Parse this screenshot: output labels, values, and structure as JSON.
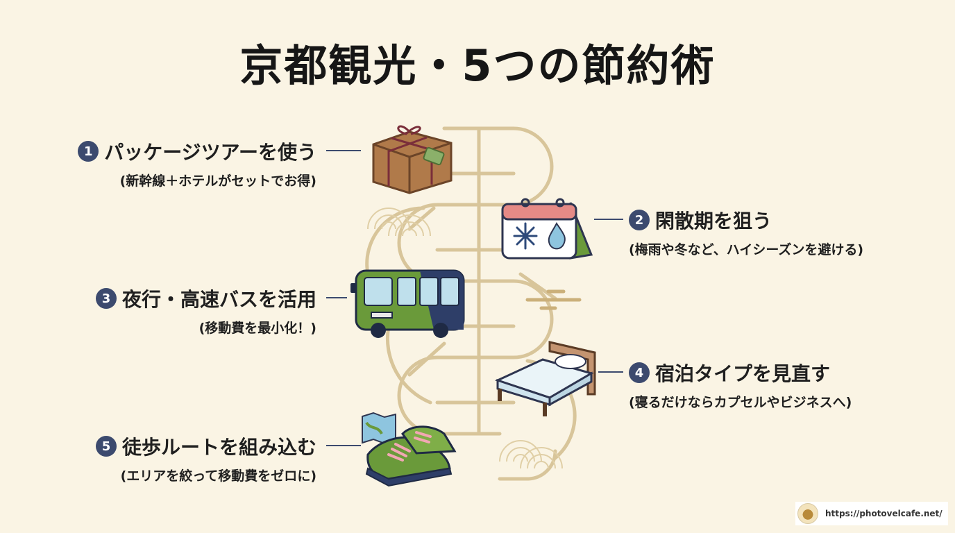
{
  "title": "京都観光・5つの節約術",
  "tips": [
    {
      "number": "1",
      "heading": "パッケージツアーを使う",
      "note": "(新幹線＋ホテルがセットでお得)",
      "icon": "gift-box-icon"
    },
    {
      "number": "2",
      "heading": "閑散期を狙う",
      "note": "(梅雨や冬など、ハイシーズンを避ける)",
      "icon": "calendar-icon"
    },
    {
      "number": "3",
      "heading": "夜行・高速バスを活用",
      "note": "(移動費を最小化！)",
      "icon": "bus-icon"
    },
    {
      "number": "4",
      "heading": "宿泊タイプを見直す",
      "note": "(寝るだけならカプセルやビジネスへ)",
      "icon": "bed-icon"
    },
    {
      "number": "5",
      "heading": "徒歩ルートを組み込む",
      "note": "(エリアを絞って移動費をゼロに)",
      "icon": "sneakers-map-icon"
    }
  ],
  "footer": {
    "url": "https://photovelcafe.net/",
    "logo": "site-logo-icon"
  },
  "colors": {
    "background": "#faf4e4",
    "badge": "#3c4a6e",
    "path": "#d8c59a",
    "green": "#6a9a3a"
  }
}
